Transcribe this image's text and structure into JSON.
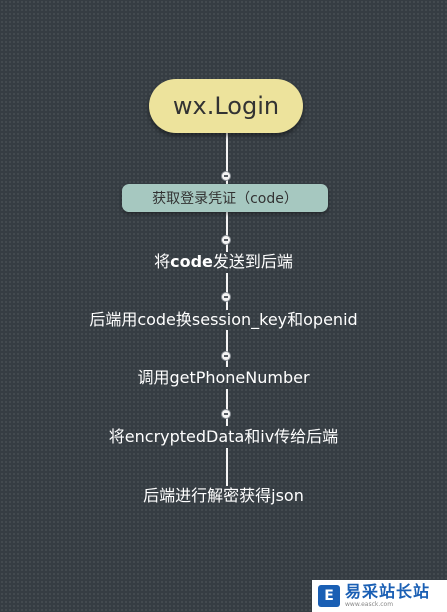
{
  "diagram": {
    "root": "wx.Login",
    "sub_node": "获取登录凭证（code）",
    "steps": [
      {
        "prefix": "将",
        "bold": "code",
        "suffix": "发送到后端"
      },
      {
        "text": "后端用code换session_key和openid"
      },
      {
        "text": "调用getPhoneNumber"
      },
      {
        "text": "将encryptedData和iv传给后端"
      },
      {
        "text": "后端进行解密获得json"
      }
    ]
  },
  "watermark": {
    "mark": "E",
    "name": "易采站长站",
    "url": "www.easck.com"
  },
  "colors": {
    "background": "#363d43",
    "root_fill": "#ede39c",
    "sub_fill": "#a6c8c0",
    "line": "#f4f4f4",
    "text": "#ffffff"
  }
}
